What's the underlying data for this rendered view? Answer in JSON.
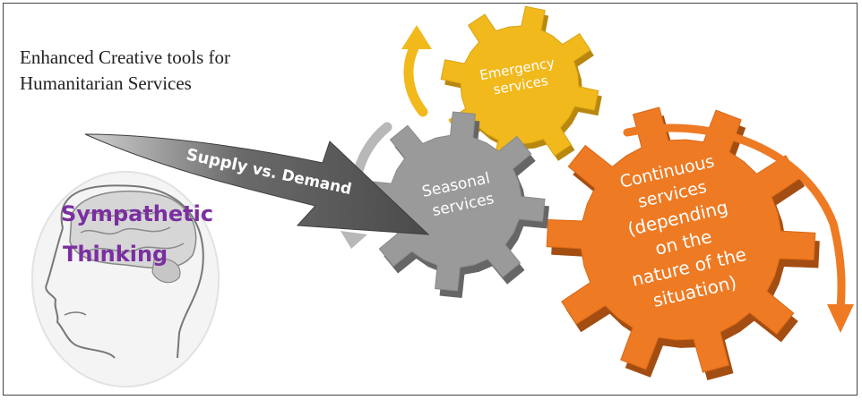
{
  "title_lines": [
    "Enhanced Creative tools for",
    "Humanitarian Services"
  ],
  "arrow_label": {
    "bold": "Supply",
    "rest": " vs. Demand"
  },
  "head_label_lines": [
    "Sympathetic",
    "Thinking"
  ],
  "gears": {
    "emergency": [
      "Emergency",
      "services"
    ],
    "seasonal": [
      "Seasonal",
      "services"
    ],
    "continuous": [
      "Continuous",
      "services",
      "(depending",
      "on the",
      "nature of the",
      "situation)"
    ]
  },
  "colors": {
    "emergency_gear": "#f2b91c",
    "seasonal_gear": "#9a9a9a",
    "continuous_gear": "#ee7a23",
    "head_text": "#7a2fa0",
    "supply_arrow": "#555555"
  }
}
